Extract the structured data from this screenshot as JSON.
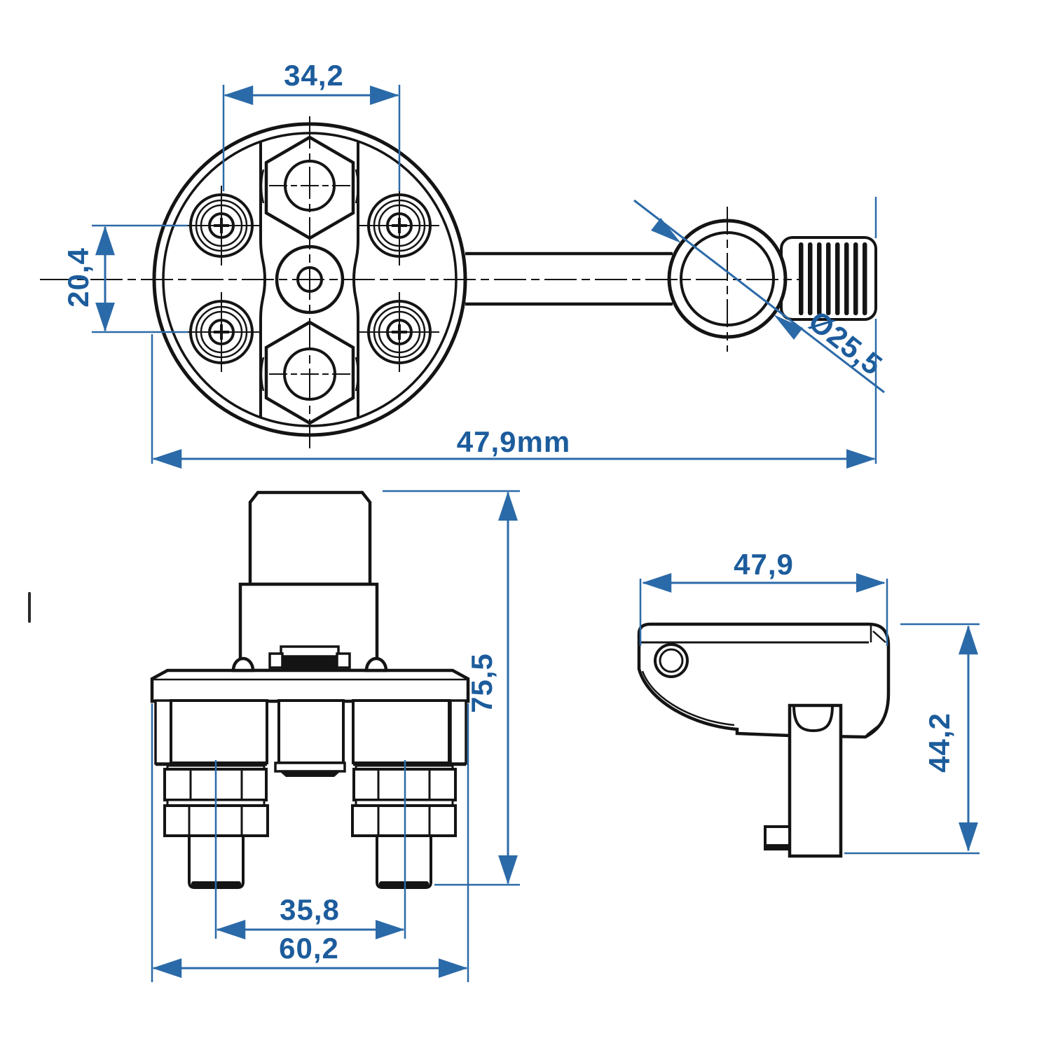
{
  "drawing": {
    "type": "technical-dimension-drawing",
    "subject": "battery master switch, three orthographic views",
    "colors": {
      "dimension_line_blue": "#2b6aa8",
      "label_blue": "#1c5c9c",
      "outline_black": "#141414",
      "background": "#ffffff"
    },
    "views": {
      "top": {
        "dims": {
          "terminal_spacing_horizontal": "34,2",
          "terminal_spacing_vertical": "20,4",
          "key_knob_diameter": "Ø25,5",
          "overall_width": "47,9mm"
        }
      },
      "front": {
        "dims": {
          "overall_height": "75,5",
          "stud_spacing": "35,8",
          "base_width": "60,2"
        }
      },
      "side": {
        "dims": {
          "body_width": "47,9",
          "body_height": "44,2"
        }
      }
    }
  }
}
